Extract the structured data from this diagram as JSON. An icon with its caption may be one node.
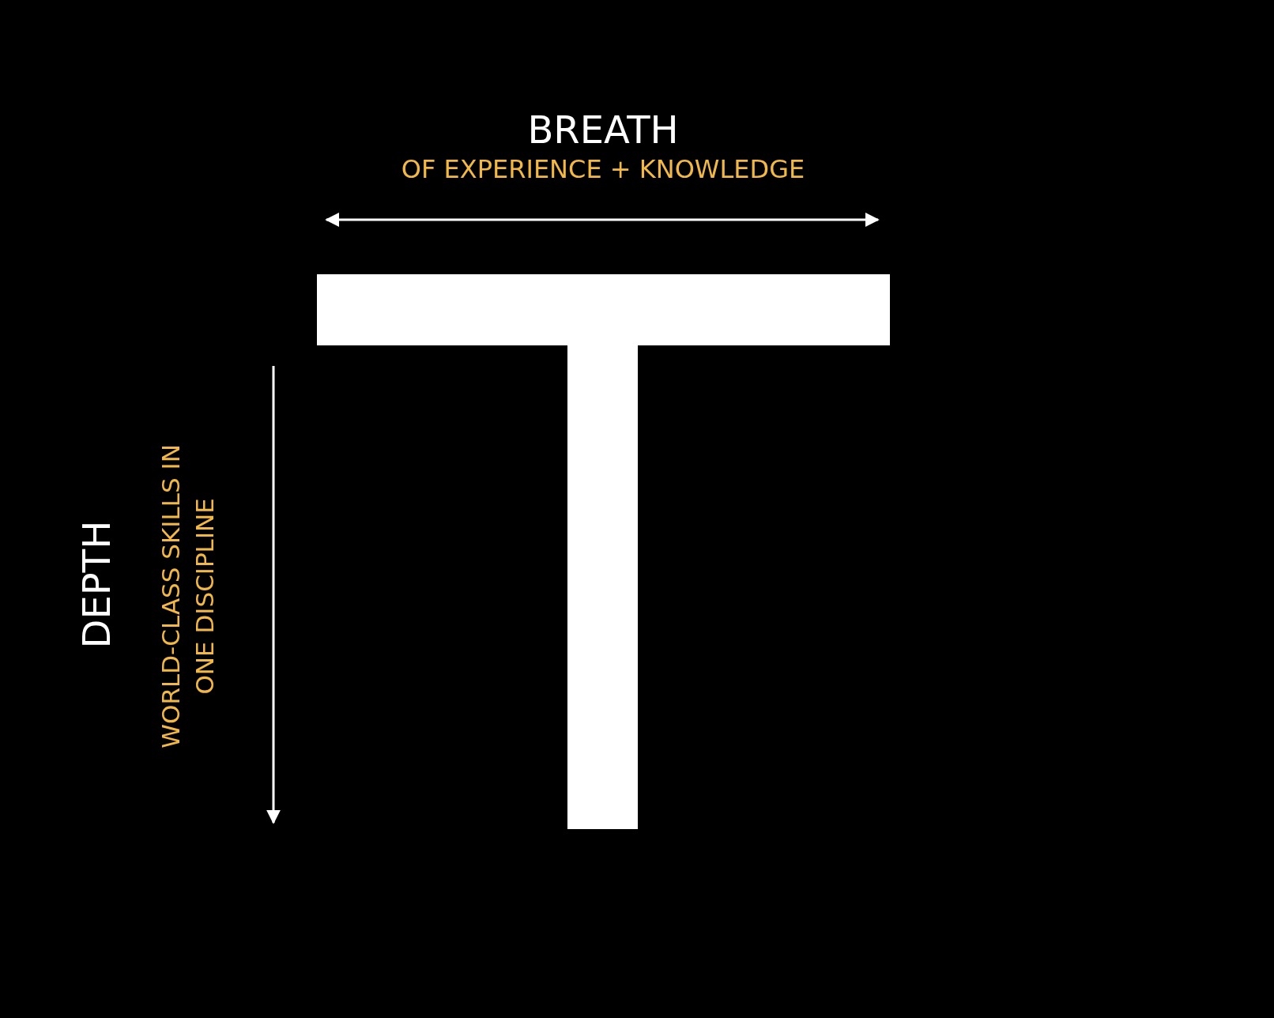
{
  "diagram": {
    "labels": [
      "BREATH",
      "OF EXPERIENCE + KNOWLEDGE",
      "DEPTH",
      "WORLD-CLASS SKILLS IN ONE DISCIPLINE"
    ]
  }
}
